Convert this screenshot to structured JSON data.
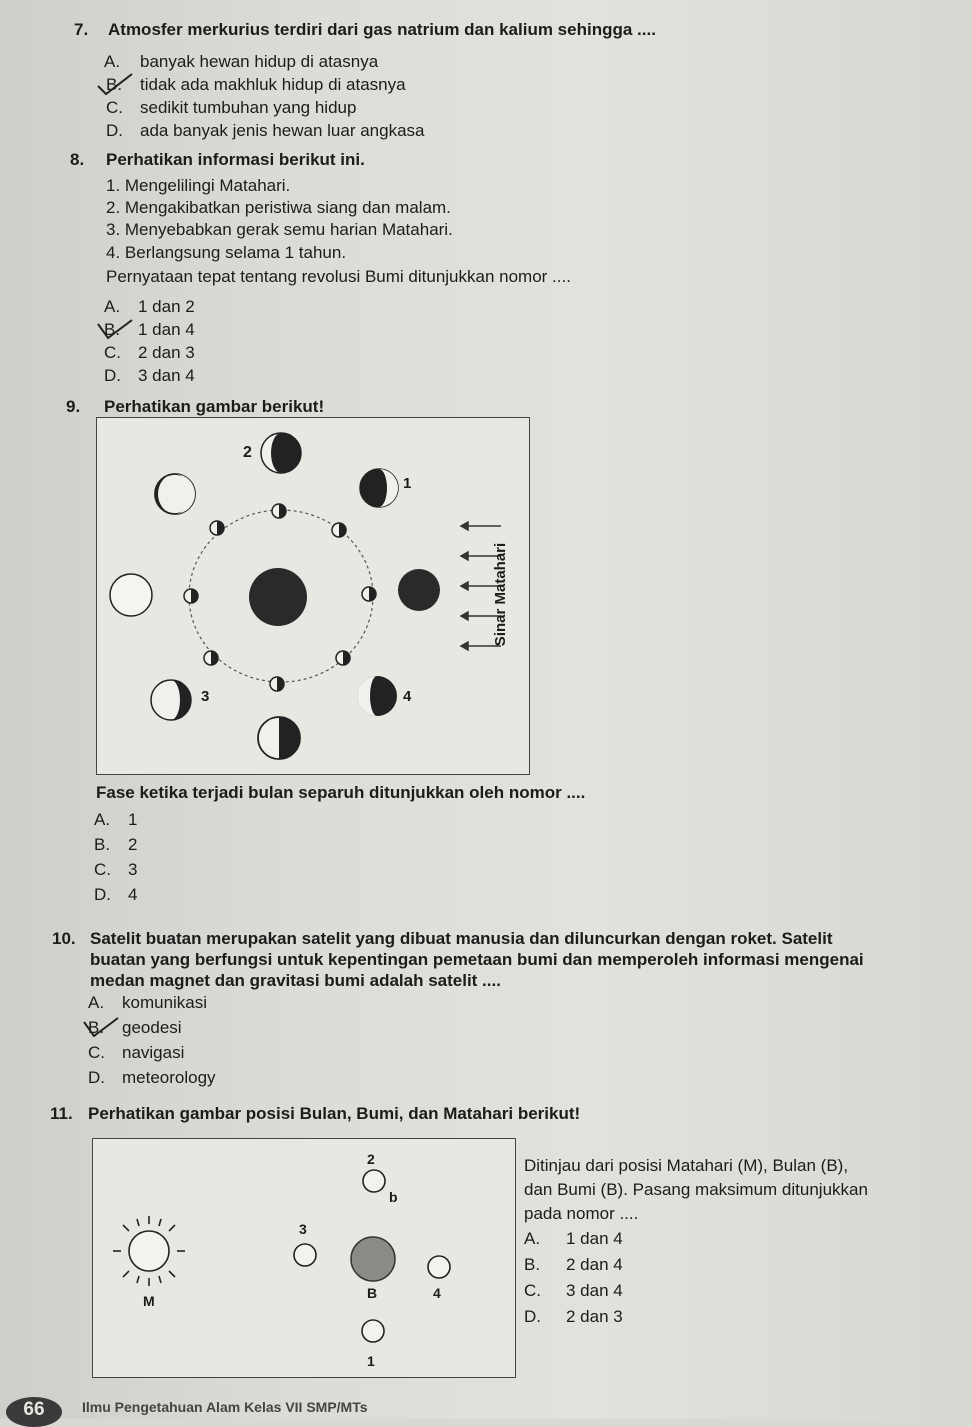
{
  "q7": {
    "number": "7.",
    "question": "Atmosfer merkurius terdiri dari gas natrium dan kalium sehingga ....",
    "options": [
      {
        "letter": "A.",
        "text": "banyak hewan hidup di atasnya"
      },
      {
        "letter": "B.",
        "text": "tidak ada makhluk hidup di atasnya"
      },
      {
        "letter": "C.",
        "text": "sedikit tumbuhan yang hidup"
      },
      {
        "letter": "D.",
        "text": "ada banyak jenis hewan luar angkasa"
      }
    ]
  },
  "q8": {
    "number": "8.",
    "question": "Perhatikan informasi berikut ini.",
    "items": [
      "1. Mengelilingi Matahari.",
      "2. Mengakibatkan peristiwa siang dan malam.",
      "3. Menyebabkan gerak semu harian Matahari.",
      "4. Berlangsung selama 1 tahun."
    ],
    "statement": "Pernyataan tepat tentang revolusi Bumi ditunjukkan nomor ....",
    "options": [
      {
        "letter": "A.",
        "text": "1 dan 2"
      },
      {
        "letter": "B.",
        "text": "1 dan 4"
      },
      {
        "letter": "C.",
        "text": "2 dan 3"
      },
      {
        "letter": "D.",
        "text": "3 dan 4"
      }
    ]
  },
  "q9": {
    "number": "9.",
    "question": "Perhatikan gambar berikut!",
    "figure": {
      "label_1": "1",
      "label_2": "2",
      "label_3": "3",
      "label_4": "4",
      "sun_label": "Sinar Matahari"
    },
    "statement": "Fase ketika terjadi bulan separuh ditunjukkan oleh nomor ....",
    "options": [
      {
        "letter": "A.",
        "text": "1"
      },
      {
        "letter": "B.",
        "text": "2"
      },
      {
        "letter": "C.",
        "text": "3"
      },
      {
        "letter": "D.",
        "text": "4"
      }
    ]
  },
  "q10": {
    "number": "10.",
    "question_lines": [
      "Satelit buatan merupakan satelit yang dibuat manusia dan diluncurkan dengan roket. Satelit",
      "buatan yang berfungsi untuk kepentingan pemetaan bumi dan memperoleh informasi mengenai",
      "medan magnet dan gravitasi bumi adalah satelit ...."
    ],
    "options": [
      {
        "letter": "A.",
        "text": "komunikasi"
      },
      {
        "letter": "B.",
        "text": "geodesi"
      },
      {
        "letter": "C.",
        "text": "navigasi"
      },
      {
        "letter": "D.",
        "text": "meteorology"
      }
    ]
  },
  "q11": {
    "number": "11.",
    "question": "Perhatikan gambar posisi Bulan, Bumi, dan Matahari berikut!",
    "figure": {
      "label_1": "1",
      "label_2": "2",
      "label_3": "3",
      "label_4": "4",
      "label_b": "b",
      "label_B": "B",
      "label_M": "M"
    },
    "statement_lines": [
      "Ditinjau dari posisi Matahari (M), Bulan (B),",
      "dan Bumi (B). Pasang maksimum ditunjukkan",
      "pada nomor ...."
    ],
    "options": [
      {
        "letter": "A.",
        "text": "1 dan 4"
      },
      {
        "letter": "B.",
        "text": "2 dan 4"
      },
      {
        "letter": "C.",
        "text": "3 dan 4"
      },
      {
        "letter": "D.",
        "text": "2 dan 3"
      }
    ]
  },
  "footer": {
    "page_number": "66",
    "text": "Ilmu Pengetahuan Alam Kelas VII SMP/MTs"
  },
  "colors": {
    "ink": "#1c1c1c",
    "paper": "#e2e2dd",
    "dark_fill": "#2a2a2a",
    "mid_fill": "#8a8a86"
  }
}
